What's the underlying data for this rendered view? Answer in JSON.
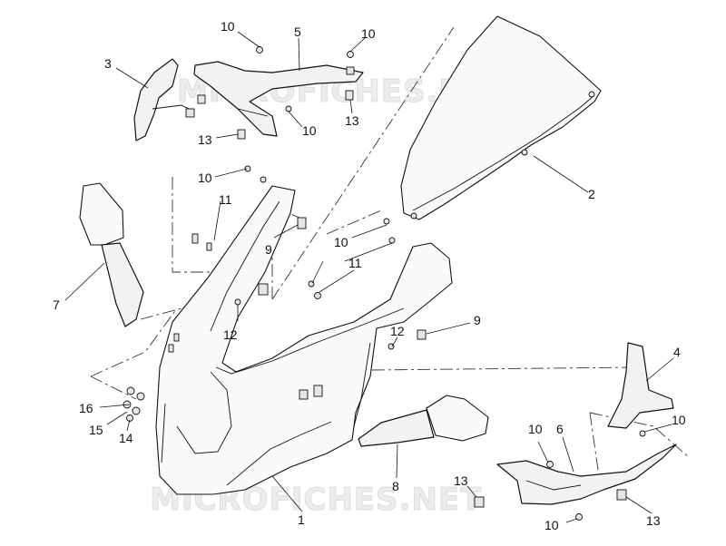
{
  "watermark": {
    "text_top": "MICROFICHES.NET",
    "text_bottom": "MICROFICHES.NET"
  },
  "callouts": {
    "c1": "1",
    "c2": "2",
    "c3": "3",
    "c4": "4",
    "c5": "5",
    "c6": "6",
    "c7": "7",
    "c8": "8",
    "c9a": "9",
    "c9b": "9",
    "c10a": "10",
    "c10b": "10",
    "c10c": "10",
    "c10d": "10",
    "c10e": "10",
    "c10f": "10",
    "c10g": "10",
    "c10h": "10",
    "c11a": "11",
    "c11b": "11",
    "c12a": "12",
    "c12b": "12",
    "c13a": "13",
    "c13b": "13",
    "c13c": "13",
    "c13d": "13",
    "c14": "14",
    "c15": "15",
    "c16": "16"
  }
}
